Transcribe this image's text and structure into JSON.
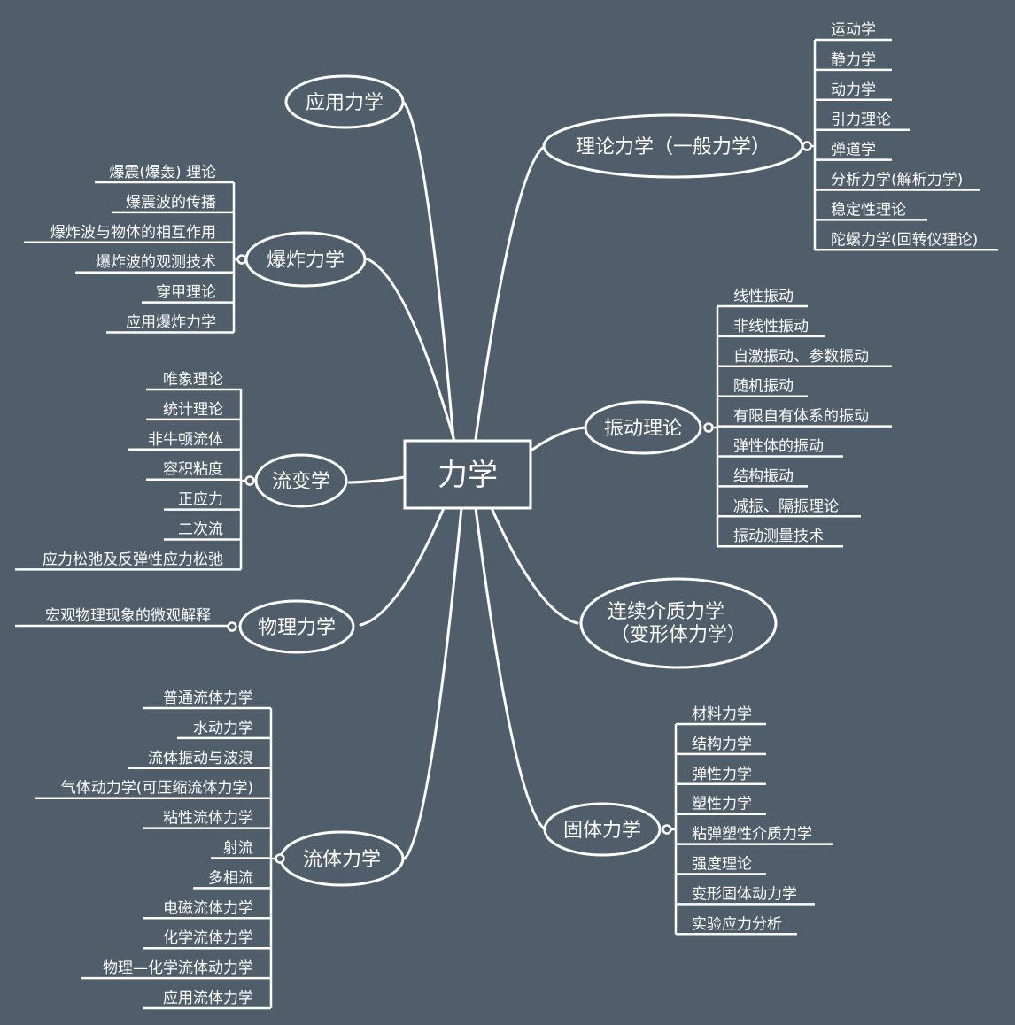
{
  "colors": {
    "background": "#505d6a",
    "line": "#ffffff",
    "central_fill": "#4f5d6b"
  },
  "central": {
    "label": "力学"
  },
  "branches": [
    {
      "id": "applied",
      "label": "应用力学",
      "children": []
    },
    {
      "id": "theoretical",
      "label": "理论力学（一般力学）",
      "children": [
        "运动学",
        "静力学",
        "动力学",
        "引力理论",
        "弹道学",
        "分析力学(解析力学)",
        "稳定性理论",
        "陀螺力学(回转仪理论)"
      ]
    },
    {
      "id": "explosion",
      "label": "爆炸力学",
      "children": [
        "爆震(爆轰) 理论",
        "爆震波的传播",
        "爆炸波与物体的相互作用",
        "爆炸波的观测技术",
        "穿甲理论",
        "应用爆炸力学"
      ]
    },
    {
      "id": "vibration",
      "label": "振动理论",
      "children": [
        "线性振动",
        "非线性振动",
        "自激振动、参数振动",
        "随机振动",
        "有限自有体系的振动",
        "弹性体的振动",
        "结构振动",
        "减振、隔振理论",
        "振动测量技术"
      ]
    },
    {
      "id": "rheology",
      "label": "流变学",
      "children": [
        "唯象理论",
        "统计理论",
        "非牛顿流体",
        "容积粘度",
        "正应力",
        "二次流",
        "应力松弛及反弹性应力松弛"
      ]
    },
    {
      "id": "physical",
      "label": "物理力学",
      "children": [
        "宏观物理现象的微观解释"
      ]
    },
    {
      "id": "continuum",
      "label": "连续介质力学",
      "label_line2": "（变形体力学）",
      "children": []
    },
    {
      "id": "solid",
      "label": "固体力学",
      "children": [
        "材料力学",
        "结构力学",
        "弹性力学",
        "塑性力学",
        "粘弹塑性介质力学",
        "强度理论",
        "变形固体动力学",
        "实验应力分析"
      ]
    },
    {
      "id": "fluid",
      "label": "流体力学",
      "children": [
        "普通流体力学",
        "水动力学",
        "流体振动与波浪",
        "气体动力学(可压缩流体力学)",
        "粘性流体力学",
        "射流",
        "多相流",
        "电磁流体力学",
        "化学流体力学",
        "物理—化学流体动力学",
        "应用流体力学"
      ]
    }
  ]
}
